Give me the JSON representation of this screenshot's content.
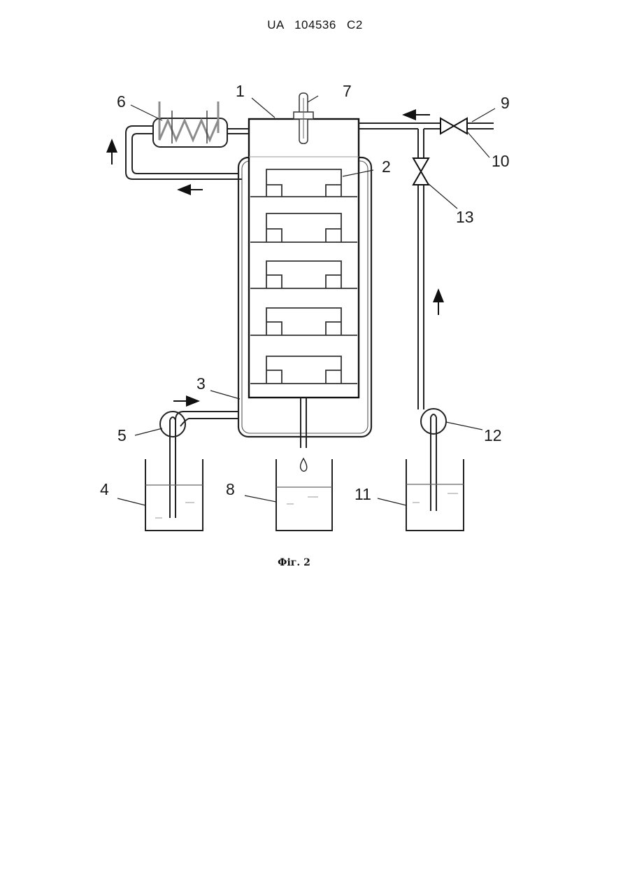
{
  "header": {
    "patent_number": "UA   104536   C2"
  },
  "figure": {
    "caption": "Фіг. 2",
    "callouts": {
      "n1": "1",
      "n2": "2",
      "n3": "3",
      "n4": "4",
      "n5": "5",
      "n6": "6",
      "n7": "7",
      "n8": "8",
      "n9": "9",
      "n10": "10",
      "n11": "11",
      "n12": "12",
      "n13": "13"
    }
  }
}
